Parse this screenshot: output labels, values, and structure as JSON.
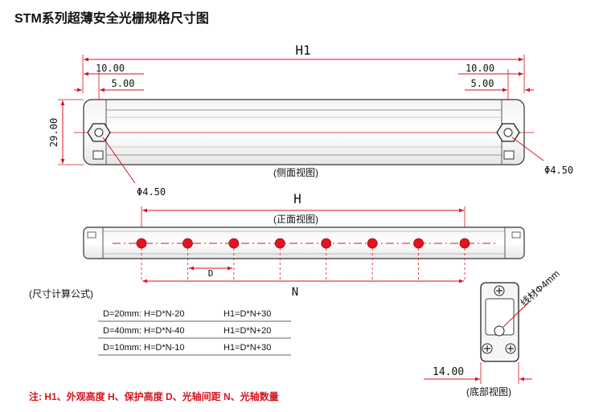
{
  "title": "STM系列超薄安全光栅规格尺寸图",
  "side_view": {
    "caption": "(侧面视图)",
    "overall_dim": "H1",
    "left_outer_dim": "10.00",
    "left_inner_dim": "5.00",
    "right_outer_dim": "10.00",
    "right_inner_dim": "5.00",
    "height_dim": "29.00",
    "hole_left_dim": "Φ4.50",
    "hole_right_dim": "Φ4.50"
  },
  "front_view": {
    "caption": "(正面视图)",
    "protect_dim": "H",
    "pitch_dim": "D",
    "count_dim": "N",
    "beam_count": 8
  },
  "formulas": {
    "heading": "(尺寸计算公式)",
    "rows": [
      {
        "left": "D=20mm: H=D*N-20",
        "right": "H1=D*N+30"
      },
      {
        "left": "D=40mm: H=D*N-40",
        "right": "H1=D*N+20"
      },
      {
        "left": "D=10mm: H=D*N-10",
        "right": "H1=D*N+30"
      }
    ]
  },
  "bottom_view": {
    "caption": "(底部视图)",
    "width_dim": "14.00",
    "cable_label": "线材Φ4mm"
  },
  "note": "注: H1、外观高度  H、保护高度  D、光轴间距  N、光轴数量",
  "colors": {
    "dimension": "#d8121b",
    "outline": "#333333",
    "beam": "#e3141c"
  }
}
